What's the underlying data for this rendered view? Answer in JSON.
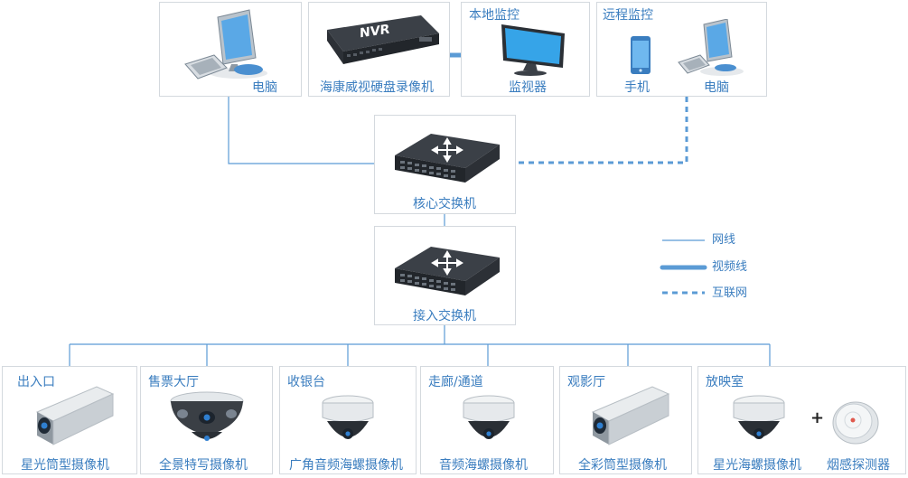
{
  "top": {
    "pc_left": {
      "label": "电脑"
    },
    "nvr": {
      "label": "海康威视硬盘录像机",
      "badge": "NVR"
    },
    "local": {
      "title": "本地监控",
      "label": "监视器"
    },
    "remote": {
      "title": "远程监控",
      "phone_label": "手机",
      "pc_label": "电脑"
    }
  },
  "core_switch": {
    "label": "核心交换机"
  },
  "access_switch": {
    "label": "接入交换机"
  },
  "legend": {
    "items": [
      {
        "label": "网线",
        "style": "thin"
      },
      {
        "label": "视频线",
        "style": "thick"
      },
      {
        "label": "互联网",
        "style": "dashed"
      }
    ]
  },
  "cameras": [
    {
      "title": "出入口",
      "label": "星光筒型摄像机"
    },
    {
      "title": "售票大厅",
      "label": "全景特写摄像机"
    },
    {
      "title": "收银台",
      "label": "广角音频海螺摄像机"
    },
    {
      "title": "走廊/通道",
      "label": "音频海螺摄像机"
    },
    {
      "title": "观影厅",
      "label": "全彩筒型摄像机"
    },
    {
      "title": "放映室",
      "label": "星光海螺摄像机",
      "extra_label": "烟感探测器",
      "plus": "+"
    }
  ],
  "colors": {
    "line": "#5b9bd5",
    "label": "#3a7dbf",
    "border": "#d4d9de"
  }
}
